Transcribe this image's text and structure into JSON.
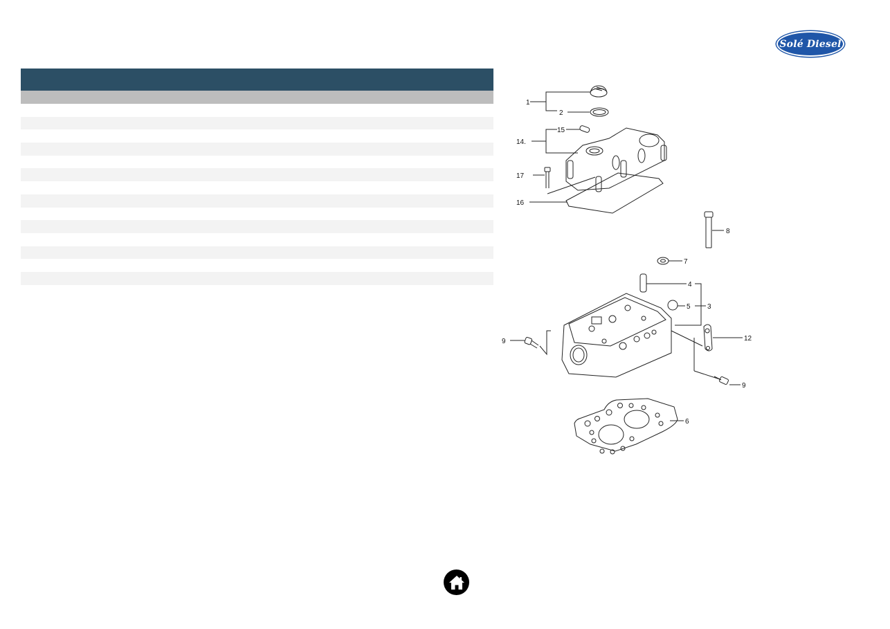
{
  "brand": {
    "logo_text": "Solé Diesel",
    "logo_color": "#1f56a8"
  },
  "parts_table": {
    "title": "",
    "header_color": "#2c4f65",
    "subheader_color": "#bdbdbd",
    "columns": [
      "",
      "",
      "",
      ""
    ],
    "rows": [
      [
        "",
        "",
        "",
        ""
      ],
      [
        "",
        "",
        "",
        ""
      ],
      [
        "",
        "",
        "",
        ""
      ],
      [
        "",
        "",
        "",
        ""
      ],
      [
        "",
        "",
        "",
        ""
      ],
      [
        "",
        "",
        "",
        ""
      ],
      [
        "",
        "",
        "",
        ""
      ],
      [
        "",
        "",
        "",
        ""
      ],
      [
        "",
        "",
        "",
        ""
      ],
      [
        "",
        "",
        "",
        ""
      ],
      [
        "",
        "",
        "",
        ""
      ],
      [
        "",
        "",
        "",
        ""
      ],
      [
        "",
        "",
        "",
        ""
      ],
      [
        "",
        "",
        "",
        ""
      ]
    ]
  },
  "diagram": {
    "callouts": {
      "c1": "1",
      "c2": "2",
      "c15": "15",
      "c14": "14.",
      "c17": "17",
      "c16": "16",
      "c8": "8",
      "c7": "7",
      "c4": "4",
      "c5": "5",
      "c3": "3",
      "c9a": "9",
      "c12": "12",
      "c9b": "9",
      "c6": "6"
    }
  },
  "footer": {
    "home_icon": "home-icon"
  }
}
